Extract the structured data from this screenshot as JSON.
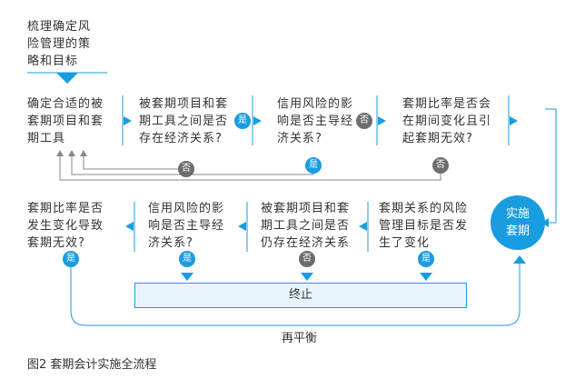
{
  "start": [
    "梳理确定风",
    "险管理的策",
    "略和目标"
  ],
  "row1": {
    "box1": [
      "确定合适的被",
      "套期项目和套",
      "期工具"
    ],
    "box2": [
      "被套期项目和套",
      "期工具之间是否",
      "存在经济关系?"
    ],
    "box3": [
      "信用风险的影",
      "响是否主导经",
      "济关系?"
    ],
    "box4": [
      "套期比率是否会",
      "在期间变化且引",
      "起套期无效?"
    ]
  },
  "row2": {
    "box1": [
      "套期关系的风险",
      "管理目标是否发",
      "生了变化"
    ],
    "box2": [
      "被套期项目和套",
      "期工具之间是否",
      "仍存在经济关系"
    ],
    "box3": [
      "信用风险的影",
      "响是否主导经",
      "济关系?"
    ],
    "box4": [
      "套期比率是否",
      "发生变化导致",
      "套期无效?"
    ]
  },
  "labels": {
    "yes": "是",
    "no": "否"
  },
  "center": [
    "实施",
    "套期"
  ],
  "end_label": "终止",
  "rebalance": "再平衡",
  "caption": "图2  套期会计实施全流程",
  "colors": {
    "blue": "#1a9de0",
    "gray": "#6d6d6d",
    "end_fill": "#e6f4fc"
  }
}
